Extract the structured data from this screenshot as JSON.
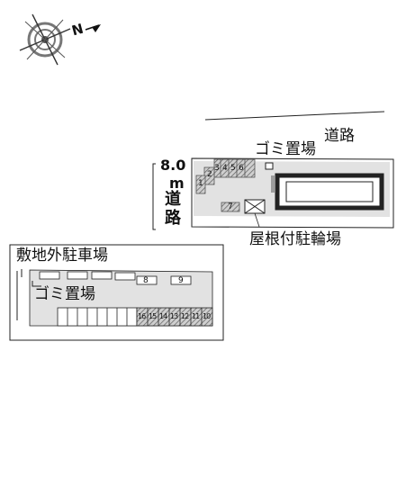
{
  "compass": {
    "north_label": "N",
    "icon": "compass-rose-icon"
  },
  "main_site": {
    "road_top_label": "道路",
    "garbage_label": "ゴミ置場",
    "road_width": "8.0",
    "road_unit": "m",
    "road_left_label_1": "道",
    "road_left_label_2": "路",
    "bike_shed_label": "屋根付駐輪場",
    "parking_numbers": [
      "1",
      "2",
      "3",
      "4",
      "5",
      "6"
    ],
    "extra_slot": "7"
  },
  "inset": {
    "title": "敷地外駐車場",
    "garbage_label": "ゴミ置場",
    "top_slots": [
      "8",
      "9"
    ],
    "bottom_numbers": [
      "16",
      "15",
      "14",
      "13",
      "12",
      "11",
      "10"
    ]
  },
  "colors": {
    "site_fill": "#e4e4e4",
    "hatch": "#8a8a8a",
    "line": "#222222"
  }
}
